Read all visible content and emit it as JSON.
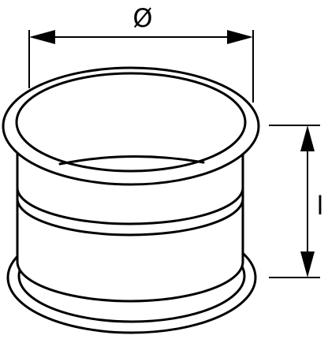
{
  "drawing": {
    "subject": "sleeve coupling",
    "colors": {
      "line": "#000000",
      "background": "#ffffff"
    },
    "dimensions": {
      "diameter": {
        "label": "Ø"
      },
      "length": {
        "label": "l"
      }
    }
  }
}
